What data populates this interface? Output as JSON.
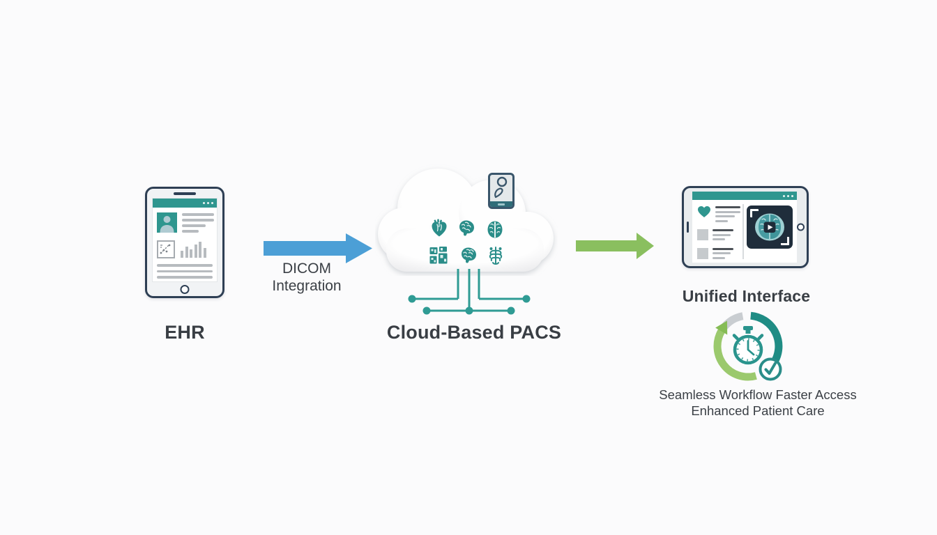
{
  "title": "EHR to Cloud-Based PACS workflow diagram",
  "background": "#fbfbfc",
  "palette": {
    "teal": "#2F968F",
    "teal_icon": "#2A8D89",
    "navy": "#2E3F54",
    "blue_arrow": "#4C9FD6",
    "green_arrow": "#8ABF5F",
    "arc_gray": "#C9CDD1",
    "panel_dark": "#1F2D3B",
    "line_gray": "#B7BBBF",
    "text": "#3A3F45"
  },
  "nodes": {
    "ehr": {
      "label": "EHR"
    },
    "dicom_arrow": {
      "lines": [
        "DICOM",
        "Integration"
      ]
    },
    "pacs": {
      "label": "Cloud-Based PACS"
    },
    "unified": {
      "label": "Unified Interface"
    },
    "benefits": {
      "lines": [
        "Seamless Workflow Faster Access",
        "Enhanced Patient Care"
      ]
    }
  },
  "icons": {
    "cloud_icons": [
      "heart-icon",
      "brain-side-icon",
      "brain-top-icon",
      "radiology-films-icon",
      "brain-icon",
      "skeleton-icon"
    ],
    "other_icons": [
      "patient-avatar-icon",
      "scatter-chart-icon",
      "bar-chart-icon",
      "medical-tablet-icon",
      "heart-icon",
      "brain-scan-play-icon",
      "cycle-arrows-icon",
      "stopwatch-icon",
      "check-icon"
    ]
  }
}
